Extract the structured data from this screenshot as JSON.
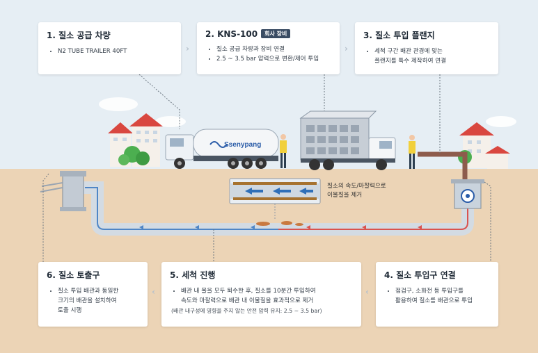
{
  "steps": [
    {
      "title": "1. 질소 공급 차량",
      "items": [
        "N2 TUBE TRAILER 40FT"
      ]
    },
    {
      "title": "2. KNS-100",
      "badge": "회사 장비",
      "items": [
        "질소 공급 차량과 장비 연결",
        "2.5 ~ 3.5 bar 압력으로 변환/제어 투입"
      ]
    },
    {
      "title": "3. 질소 투입 플랜지",
      "items": [
        "세척 구간 배관 관경에 맞는",
        "플랜지를 특수 제작하여 연결"
      ]
    },
    {
      "title": "4. 질소 투입구 연결",
      "items": [
        "점검구, 소화전 등 투입구를",
        "활용하여 질소를 배관으로 투입"
      ]
    },
    {
      "title": "5. 세척 진행",
      "items": [
        "배관 내 물을 모두 퇴수한 후, 질소를 10분간 투입하여",
        "속도와 마찰력으로 배관 내 이물질을 효과적으로 제거"
      ],
      "note": "(배관 내구성에 영향을 주지 않는 안전 압력 유지: 2.5 ~ 3.5 bar)"
    },
    {
      "title": "6. 질소 토출구",
      "items": [
        "질소 투입 배관과 동일한",
        "크기의 배관을 설치하여",
        "토출 시행"
      ]
    }
  ],
  "truck_brand": "Ssenypang",
  "callout": [
    "질소의 속도/마찰력으로",
    "이물질을 제거"
  ],
  "colors": {
    "sky": "#e6eef4",
    "ground": "#ecd4b6",
    "pipe": "#dfe5ec",
    "flow_blue": "#4f86c6",
    "flow_red": "#d9534f"
  }
}
